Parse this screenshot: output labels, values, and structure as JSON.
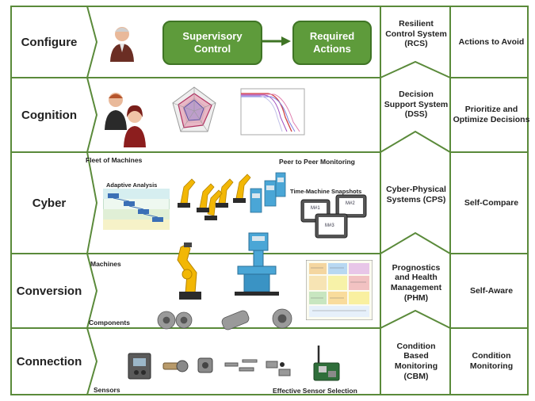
{
  "layers": [
    {
      "name": "Configure"
    },
    {
      "name": "Cognition"
    },
    {
      "name": "Cyber"
    },
    {
      "name": "Conversion"
    },
    {
      "name": "Connection"
    }
  ],
  "systems": [
    {
      "text": "Resilient Control System (RCS)"
    },
    {
      "text": "Decision Support System (DSS)"
    },
    {
      "text": "Cyber-Physical Systems (CPS)"
    },
    {
      "text": "Prognostics and Health Management (PHM)"
    },
    {
      "text": "Condition Based Monitoring (CBM)"
    }
  ],
  "attributes": [
    {
      "text": "Actions to Avoid"
    },
    {
      "text": "Prioritize and Optimize Decisions"
    },
    {
      "text": "Self-Compare"
    },
    {
      "text": "Self-Aware"
    },
    {
      "text": "Condition Monitoring"
    }
  ],
  "configure": {
    "supervisory": "Supervisory Control",
    "required": "Required Actions"
  },
  "captions": {
    "fleet": "Fleet of Machines",
    "peer": "Peer to Peer Monitoring",
    "adaptive": "Adaptive Analysis",
    "time_machine": "Time-Machine Snapshots",
    "machines": "Machines",
    "components": "Components",
    "sensors": "Sensors",
    "sensor_selection": "Effective Sensor Selection"
  },
  "snapshots": [
    "M#1",
    "M#2",
    "M#3"
  ],
  "colors": {
    "border": "#5a8a3a",
    "accent": "#5e9b3b",
    "accent_dark": "#3f7425"
  }
}
